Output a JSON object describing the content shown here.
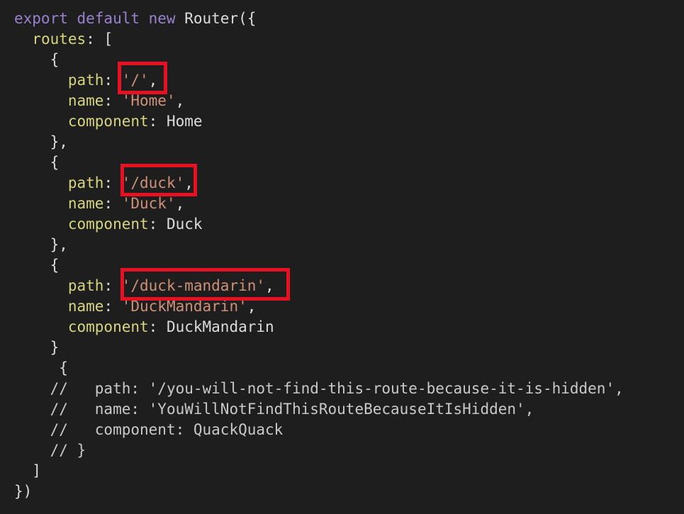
{
  "editor": {
    "lines": [
      {
        "kw": "export default new",
        "rest": " Router({"
      },
      {
        "indent": "  ",
        "prop": "routes",
        "rest": ": ["
      },
      {
        "indent": "    ",
        "rest": "{"
      },
      {
        "indent": "      ",
        "prop": "path",
        "sep": ": ",
        "str": "'/'",
        "rest": ","
      },
      {
        "indent": "      ",
        "prop": "name",
        "sep": ": ",
        "str": "'Home'",
        "rest": ","
      },
      {
        "indent": "      ",
        "prop": "component",
        "sep": ": ",
        "rest": "Home"
      },
      {
        "indent": "    ",
        "rest": "},"
      },
      {
        "indent": "    ",
        "rest": "{"
      },
      {
        "indent": "      ",
        "prop": "path",
        "sep": ": ",
        "str": "'/duck'",
        "rest": ","
      },
      {
        "indent": "      ",
        "prop": "name",
        "sep": ": ",
        "str": "'Duck'",
        "rest": ","
      },
      {
        "indent": "      ",
        "prop": "component",
        "sep": ": ",
        "rest": "Duck"
      },
      {
        "indent": "    ",
        "rest": "},"
      },
      {
        "indent": "    ",
        "rest": "{"
      },
      {
        "indent": "      ",
        "prop": "path",
        "sep": ": ",
        "str": "'/duck-mandarin'",
        "rest": ","
      },
      {
        "indent": "      ",
        "prop": "name",
        "sep": ": ",
        "str": "'DuckMandarin'",
        "rest": ","
      },
      {
        "indent": "      ",
        "prop": "component",
        "sep": ": ",
        "rest": "DuckMandarin"
      },
      {
        "indent": "    ",
        "rest": "}"
      },
      {
        "indent": "     ",
        "rest": "{"
      },
      {
        "indent": "    ",
        "cmt": "//   path: '/you-will-not-find-this-route-because-it-is-hidden',"
      },
      {
        "indent": "    ",
        "cmt": "//   name: 'YouWillNotFindThisRouteBecauseItIsHidden',"
      },
      {
        "indent": "    ",
        "cmt": "//   component: QuackQuack"
      },
      {
        "indent": "    ",
        "cmt": "// }"
      },
      {
        "indent": "  ",
        "rest": "]"
      },
      {
        "rest": "})"
      }
    ]
  },
  "colors": {
    "background": "#1e1e1e",
    "keyword": "#9a82d0",
    "property": "#d7d57e",
    "string": "#ce9178",
    "text": "#dcdcdc",
    "highlight_box": "#e81123"
  }
}
